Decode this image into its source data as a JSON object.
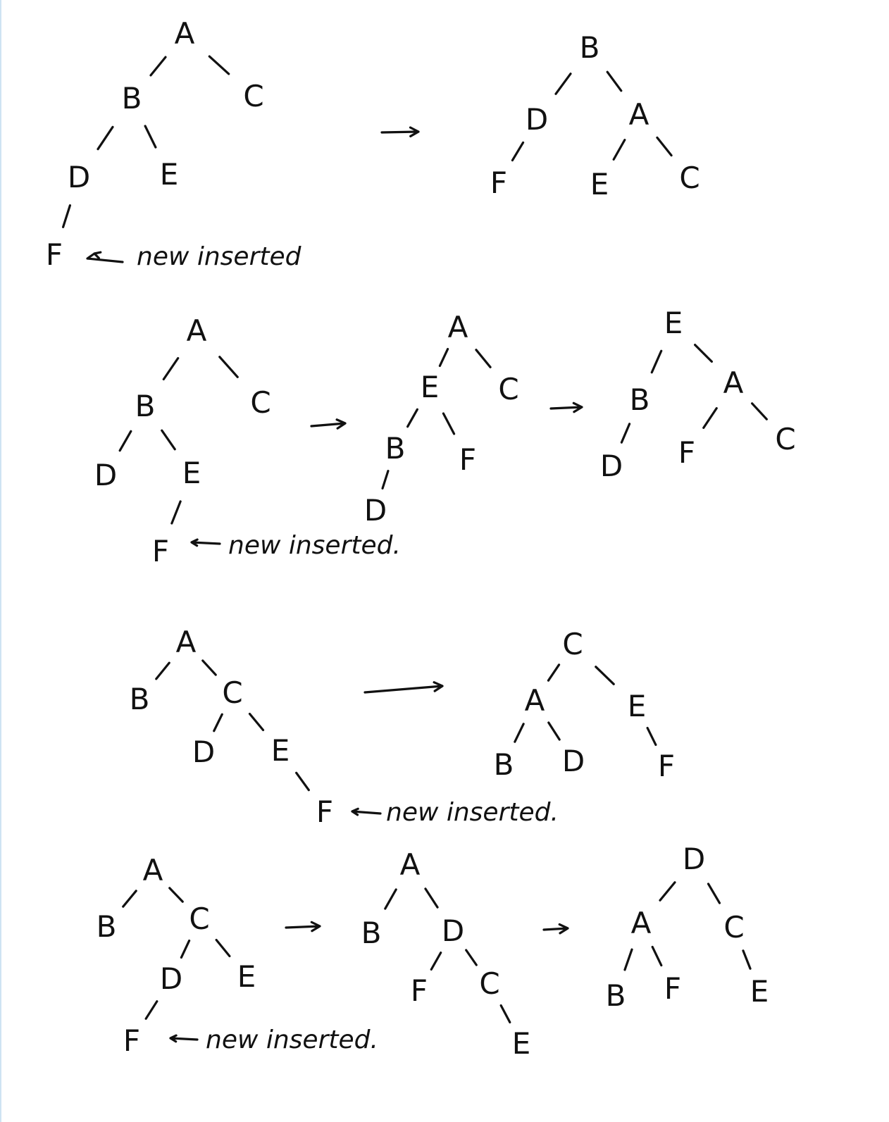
{
  "colors": {
    "ink": "#111111",
    "paper": "#ffffff",
    "margin_rule": "#cfe3f3"
  },
  "rows": [
    {
      "trees": [
        {
          "nodes": [
            {
              "id": "A",
              "label": "A"
            },
            {
              "id": "B",
              "label": "B"
            },
            {
              "id": "C",
              "label": "C"
            },
            {
              "id": "D",
              "label": "D"
            },
            {
              "id": "E",
              "label": "E"
            },
            {
              "id": "F",
              "label": "F"
            }
          ],
          "edges": [
            [
              "A",
              "B"
            ],
            [
              "A",
              "C"
            ],
            [
              "B",
              "D"
            ],
            [
              "B",
              "E"
            ],
            [
              "D",
              "F"
            ]
          ],
          "annotation": {
            "target": "F",
            "text": "new inserted"
          }
        },
        {
          "nodes": [
            {
              "id": "B",
              "label": "B"
            },
            {
              "id": "D",
              "label": "D"
            },
            {
              "id": "A",
              "label": "A"
            },
            {
              "id": "F",
              "label": "F"
            },
            {
              "id": "E",
              "label": "E"
            },
            {
              "id": "C",
              "label": "C"
            }
          ],
          "edges": [
            [
              "B",
              "D"
            ],
            [
              "B",
              "A"
            ],
            [
              "D",
              "F"
            ],
            [
              "A",
              "E"
            ],
            [
              "A",
              "C"
            ]
          ]
        }
      ],
      "arrows": 1
    },
    {
      "trees": [
        {
          "nodes": [
            {
              "id": "A",
              "label": "A"
            },
            {
              "id": "B",
              "label": "B"
            },
            {
              "id": "C",
              "label": "C"
            },
            {
              "id": "D",
              "label": "D"
            },
            {
              "id": "E",
              "label": "E"
            },
            {
              "id": "F",
              "label": "F"
            }
          ],
          "edges": [
            [
              "A",
              "B"
            ],
            [
              "A",
              "C"
            ],
            [
              "B",
              "D"
            ],
            [
              "B",
              "E"
            ],
            [
              "E",
              "F"
            ]
          ],
          "annotation": {
            "target": "F",
            "text": "new inserted."
          }
        },
        {
          "nodes": [
            {
              "id": "A",
              "label": "A"
            },
            {
              "id": "E",
              "label": "E"
            },
            {
              "id": "C",
              "label": "C"
            },
            {
              "id": "B",
              "label": "B"
            },
            {
              "id": "F",
              "label": "F"
            },
            {
              "id": "D",
              "label": "D"
            }
          ],
          "edges": [
            [
              "A",
              "E"
            ],
            [
              "A",
              "C"
            ],
            [
              "E",
              "B"
            ],
            [
              "E",
              "F"
            ],
            [
              "B",
              "D"
            ]
          ]
        },
        {
          "nodes": [
            {
              "id": "E",
              "label": "E"
            },
            {
              "id": "B",
              "label": "B"
            },
            {
              "id": "A",
              "label": "A"
            },
            {
              "id": "D",
              "label": "D"
            },
            {
              "id": "F",
              "label": "F"
            },
            {
              "id": "C",
              "label": "C"
            }
          ],
          "edges": [
            [
              "E",
              "B"
            ],
            [
              "E",
              "A"
            ],
            [
              "B",
              "D"
            ],
            [
              "A",
              "F"
            ],
            [
              "A",
              "C"
            ]
          ]
        }
      ],
      "arrows": 2
    },
    {
      "trees": [
        {
          "nodes": [
            {
              "id": "A",
              "label": "A"
            },
            {
              "id": "B",
              "label": "B"
            },
            {
              "id": "C",
              "label": "C"
            },
            {
              "id": "D",
              "label": "D"
            },
            {
              "id": "E",
              "label": "E"
            },
            {
              "id": "F",
              "label": "F"
            }
          ],
          "edges": [
            [
              "A",
              "B"
            ],
            [
              "A",
              "C"
            ],
            [
              "C",
              "D"
            ],
            [
              "C",
              "E"
            ],
            [
              "E",
              "F"
            ]
          ],
          "annotation": {
            "target": "F",
            "text": "new inserted."
          }
        },
        {
          "nodes": [
            {
              "id": "C",
              "label": "C"
            },
            {
              "id": "A",
              "label": "A"
            },
            {
              "id": "E",
              "label": "E"
            },
            {
              "id": "B",
              "label": "B"
            },
            {
              "id": "D",
              "label": "D"
            },
            {
              "id": "F",
              "label": "F"
            }
          ],
          "edges": [
            [
              "C",
              "A"
            ],
            [
              "C",
              "E"
            ],
            [
              "A",
              "B"
            ],
            [
              "A",
              "D"
            ],
            [
              "E",
              "F"
            ]
          ]
        }
      ],
      "arrows": 1
    },
    {
      "trees": [
        {
          "nodes": [
            {
              "id": "A",
              "label": "A"
            },
            {
              "id": "B",
              "label": "B"
            },
            {
              "id": "C",
              "label": "C"
            },
            {
              "id": "D",
              "label": "D"
            },
            {
              "id": "E",
              "label": "E"
            },
            {
              "id": "F",
              "label": "F"
            }
          ],
          "edges": [
            [
              "A",
              "B"
            ],
            [
              "A",
              "C"
            ],
            [
              "C",
              "D"
            ],
            [
              "C",
              "E"
            ],
            [
              "D",
              "F"
            ]
          ],
          "annotation": {
            "target": "F",
            "text": "new inserted."
          }
        },
        {
          "nodes": [
            {
              "id": "A",
              "label": "A"
            },
            {
              "id": "B",
              "label": "B"
            },
            {
              "id": "D",
              "label": "D"
            },
            {
              "id": "F",
              "label": "F"
            },
            {
              "id": "C",
              "label": "C"
            },
            {
              "id": "E",
              "label": "E"
            }
          ],
          "edges": [
            [
              "A",
              "B"
            ],
            [
              "A",
              "D"
            ],
            [
              "D",
              "F"
            ],
            [
              "D",
              "C"
            ],
            [
              "C",
              "E"
            ]
          ]
        },
        {
          "nodes": [
            {
              "id": "D",
              "label": "D"
            },
            {
              "id": "A",
              "label": "A"
            },
            {
              "id": "C",
              "label": "C"
            },
            {
              "id": "B",
              "label": "B"
            },
            {
              "id": "F",
              "label": "F"
            },
            {
              "id": "E",
              "label": "E"
            }
          ],
          "edges": [
            [
              "D",
              "A"
            ],
            [
              "D",
              "C"
            ],
            [
              "A",
              "B"
            ],
            [
              "A",
              "F"
            ],
            [
              "C",
              "E"
            ]
          ]
        }
      ],
      "arrows": 2
    }
  ]
}
